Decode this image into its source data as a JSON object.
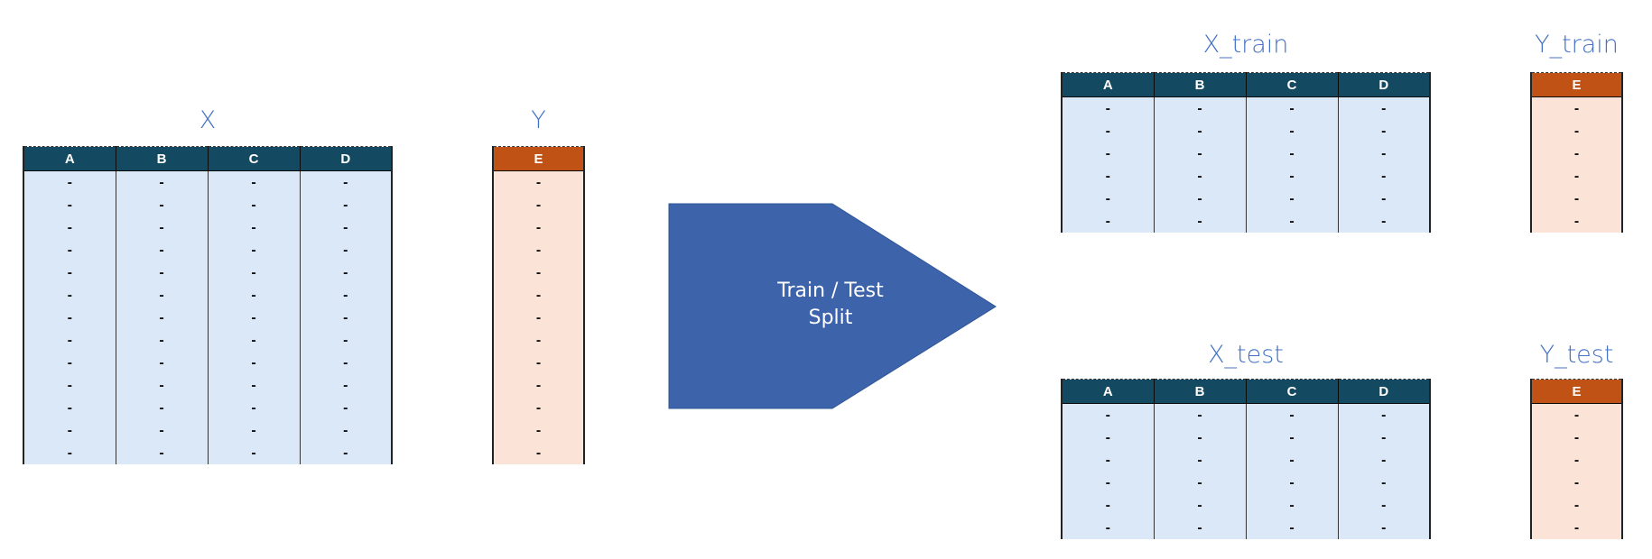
{
  "colors": {
    "title": "#4472c4",
    "feature_header": "#134a62",
    "feature_body": "#dbe8f8",
    "target_header": "#bf5214",
    "target_body": "#fbe3d7",
    "arrow": "#3d63ab"
  },
  "source": {
    "x": {
      "title": "X",
      "columns": [
        "A",
        "B",
        "C",
        "D"
      ],
      "rows": [
        [
          "-",
          "-",
          "-",
          "-"
        ],
        [
          "-",
          "-",
          "-",
          "-"
        ],
        [
          "-",
          "-",
          "-",
          "-"
        ],
        [
          "-",
          "-",
          "-",
          "-"
        ],
        [
          "-",
          "-",
          "-",
          "-"
        ],
        [
          "-",
          "-",
          "-",
          "-"
        ],
        [
          "-",
          "-",
          "-",
          "-"
        ],
        [
          "-",
          "-",
          "-",
          "-"
        ],
        [
          "-",
          "-",
          "-",
          "-"
        ],
        [
          "-",
          "-",
          "-",
          "-"
        ],
        [
          "-",
          "-",
          "-",
          "-"
        ],
        [
          "-",
          "-",
          "-",
          "-"
        ],
        [
          "-",
          "-",
          "-",
          "-"
        ]
      ]
    },
    "y": {
      "title": "Y",
      "columns": [
        "E"
      ],
      "rows": [
        [
          "-"
        ],
        [
          "-"
        ],
        [
          "-"
        ],
        [
          "-"
        ],
        [
          "-"
        ],
        [
          "-"
        ],
        [
          "-"
        ],
        [
          "-"
        ],
        [
          "-"
        ],
        [
          "-"
        ],
        [
          "-"
        ],
        [
          "-"
        ],
        [
          "-"
        ]
      ]
    }
  },
  "arrow": {
    "label_line1": "Train / Test",
    "label_line2": "Split"
  },
  "train": {
    "x": {
      "title": "X_train",
      "columns": [
        "A",
        "B",
        "C",
        "D"
      ],
      "rows": [
        [
          "-",
          "-",
          "-",
          "-"
        ],
        [
          "-",
          "-",
          "-",
          "-"
        ],
        [
          "-",
          "-",
          "-",
          "-"
        ],
        [
          "-",
          "-",
          "-",
          "-"
        ],
        [
          "-",
          "-",
          "-",
          "-"
        ],
        [
          "-",
          "-",
          "-",
          "-"
        ]
      ]
    },
    "y": {
      "title": "Y_train",
      "columns": [
        "E"
      ],
      "rows": [
        [
          "-"
        ],
        [
          "-"
        ],
        [
          "-"
        ],
        [
          "-"
        ],
        [
          "-"
        ],
        [
          "-"
        ]
      ]
    }
  },
  "test": {
    "x": {
      "title": "X_test",
      "columns": [
        "A",
        "B",
        "C",
        "D"
      ],
      "rows": [
        [
          "-",
          "-",
          "-",
          "-"
        ],
        [
          "-",
          "-",
          "-",
          "-"
        ],
        [
          "-",
          "-",
          "-",
          "-"
        ],
        [
          "-",
          "-",
          "-",
          "-"
        ],
        [
          "-",
          "-",
          "-",
          "-"
        ],
        [
          "-",
          "-",
          "-",
          "-"
        ]
      ]
    },
    "y": {
      "title": "Y_test",
      "columns": [
        "E"
      ],
      "rows": [
        [
          "-"
        ],
        [
          "-"
        ],
        [
          "-"
        ],
        [
          "-"
        ],
        [
          "-"
        ],
        [
          "-"
        ]
      ]
    }
  }
}
